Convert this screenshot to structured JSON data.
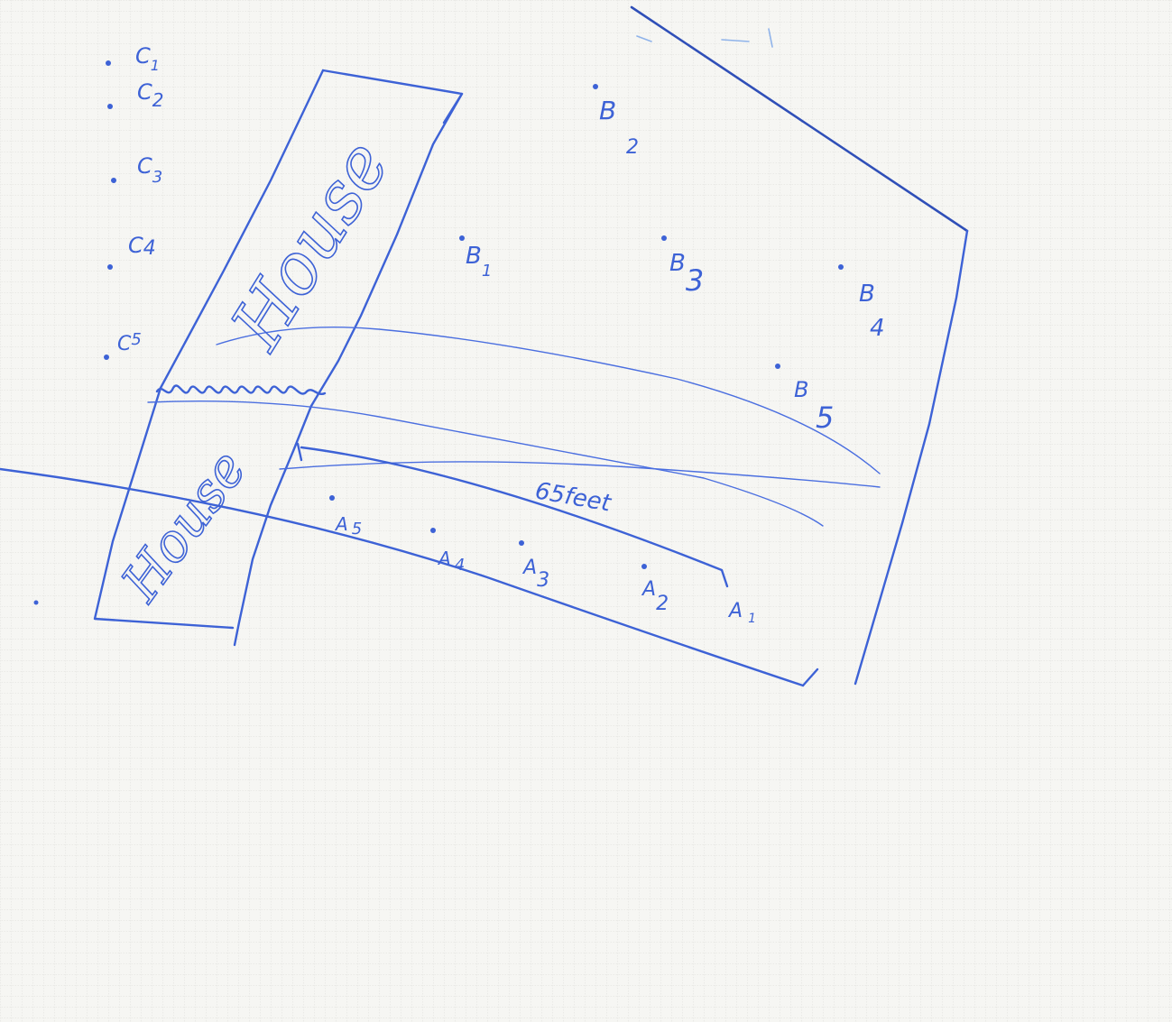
{
  "labels": {
    "house_upper": "House",
    "house_lower": "House",
    "dimension": "65feet"
  },
  "points": {
    "a": [
      {
        "main": "A",
        "sub": "5"
      },
      {
        "main": "A",
        "sub": "4"
      },
      {
        "main": "A",
        "sub": "3"
      },
      {
        "main": "A",
        "sub": "2"
      },
      {
        "main": "A",
        "sub": "1"
      }
    ],
    "b": [
      {
        "main": "B",
        "sub": "1"
      },
      {
        "main": "B",
        "sub": "2"
      },
      {
        "main": "B",
        "sub": "3"
      },
      {
        "main": "B",
        "sub": "4"
      },
      {
        "main": "B",
        "sub": "5"
      }
    ],
    "c": [
      {
        "main": "C",
        "sub": "1"
      },
      {
        "main": "C",
        "sub": "2"
      },
      {
        "main": "C",
        "sub": "3"
      },
      {
        "main": "C",
        "sub": "4"
      },
      {
        "main": "C",
        "sub": "5"
      }
    ]
  },
  "colors": {
    "ink": "#3d62d6",
    "paper": "#f6f6f3",
    "grid": "#cfcfcb"
  }
}
